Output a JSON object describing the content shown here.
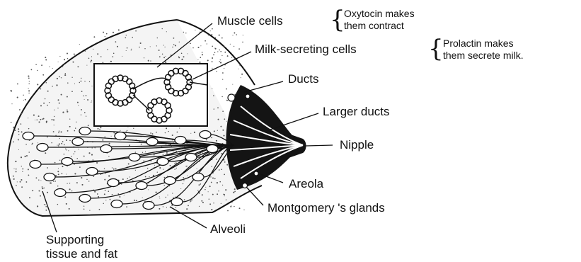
{
  "labels": {
    "muscle_cells": "Muscle cells",
    "oxytocin_note": "Oxytocin makes\nthem contract",
    "milk_secreting_cells": "Milk-secreting cells",
    "prolactin_note": "Prolactin  makes\nthem secrete milk.",
    "ducts": "Ducts",
    "larger_ducts": "Larger ducts",
    "nipple": "Nipple",
    "areola": "Areola",
    "montgomery_glands": "Montgomery 's glands",
    "alveoli": "Alveoli",
    "supporting_tissue": "Supporting\ntissue and fat"
  },
  "colors": {
    "ink": "#111111",
    "tissue_fill": "#f4f4f4",
    "background": "#ffffff"
  }
}
